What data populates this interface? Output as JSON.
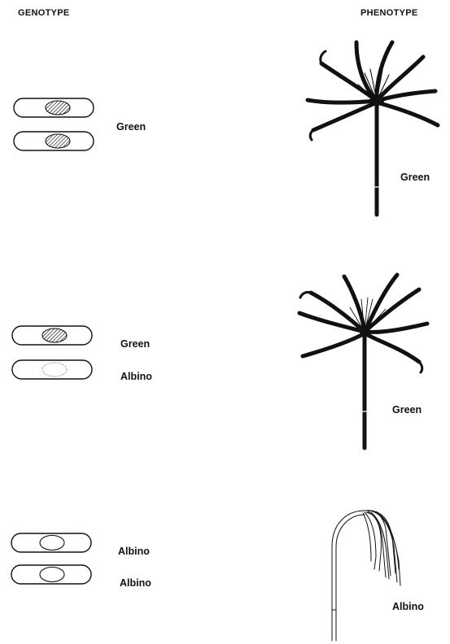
{
  "headers": {
    "genotype": "GENOTYPE",
    "phenotype": "PHENOTYPE"
  },
  "rows": [
    {
      "genotype_labels": [
        "Green"
      ],
      "phenotype_label": "Green",
      "chromosome_alleles": [
        "green",
        "green"
      ],
      "plant": "green"
    },
    {
      "genotype_labels": [
        "Green",
        "Albino"
      ],
      "phenotype_label": "Green",
      "chromosome_alleles": [
        "green",
        "albino"
      ],
      "plant": "green"
    },
    {
      "genotype_labels": [
        "Albino",
        "Albino"
      ],
      "phenotype_label": "Albino",
      "chromosome_alleles": [
        "albino",
        "albino"
      ],
      "plant": "albino"
    }
  ],
  "colors": {
    "ink": "#111111",
    "background": "#ffffff"
  }
}
